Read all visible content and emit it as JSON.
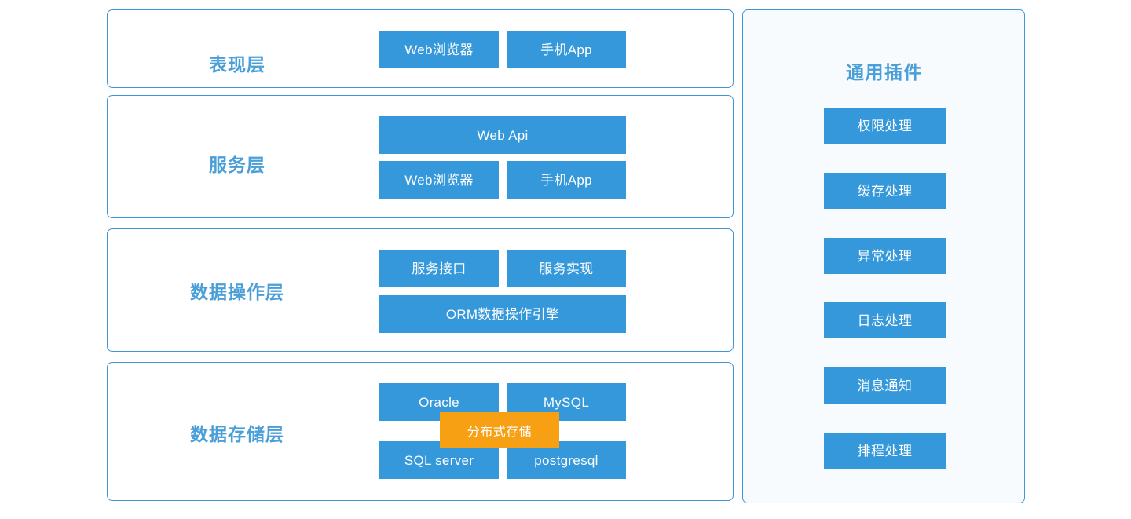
{
  "diagram": {
    "title": "分层架构图",
    "colors": {
      "node_blue": "#3498db",
      "node_orange": "#f7a014",
      "panel_border": "#3f96d6",
      "label_blue": "#4a9fd8",
      "plugin_panel_bg": "#f8fbfe",
      "panel_bg": "#ffffff"
    }
  },
  "layers": [
    {
      "id": "presentation",
      "label": "表现层",
      "nodes": [
        {
          "text": "Web浏览器"
        },
        {
          "text": "手机App"
        }
      ]
    },
    {
      "id": "service",
      "label": "服务层",
      "nodes": [
        {
          "text": "Web  Api"
        },
        {
          "text": "Web浏览器"
        },
        {
          "text": "手机App"
        }
      ]
    },
    {
      "id": "data-operation",
      "label": "数据操作层",
      "nodes": [
        {
          "text": "服务接口"
        },
        {
          "text": "服务实现"
        },
        {
          "text": "ORM数据操作引擎"
        }
      ]
    },
    {
      "id": "data-storage",
      "label": "数据存储层",
      "nodes": [
        {
          "text": "Oracle"
        },
        {
          "text": "MySQL"
        },
        {
          "text": "SQL server"
        },
        {
          "text": "postgresql"
        }
      ],
      "overlay": {
        "text": "分布式存储"
      }
    }
  ],
  "plugin_panel": {
    "title": "通用插件",
    "items": [
      {
        "text": "权限处理"
      },
      {
        "text": "缓存处理"
      },
      {
        "text": "异常处理"
      },
      {
        "text": "日志处理"
      },
      {
        "text": "消息通知"
      },
      {
        "text": "排程处理"
      }
    ]
  }
}
